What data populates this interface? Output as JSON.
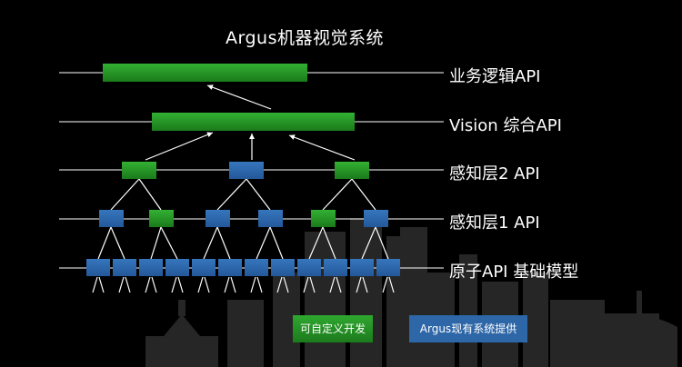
{
  "title": "Argus机器视觉系统",
  "layers": [
    {
      "label": "业务逻辑API"
    },
    {
      "label": "Vision 综合API"
    },
    {
      "label": "感知层2 API"
    },
    {
      "label": "感知层1 API"
    },
    {
      "label": "原子API 基础模型"
    }
  ],
  "legend": {
    "self_developed": "可自定义开发",
    "argus_provided": "Argus现有系统提供"
  },
  "colors": {
    "green": "#26962a",
    "blue": "#2a64a8",
    "line": "#ffffff",
    "background": "#000000",
    "skyline": "#2a2a2a"
  }
}
